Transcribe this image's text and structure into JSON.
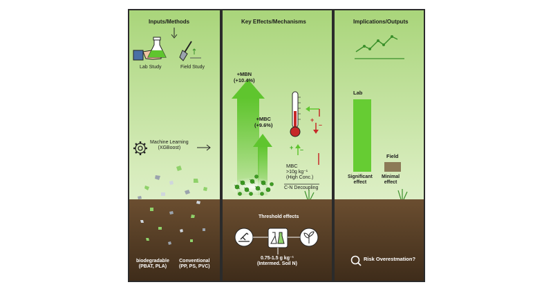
{
  "panels": {
    "inputs": {
      "title": "Inputs/Methods",
      "lab_label": "Lab Study",
      "field_label": "Field Study",
      "ml_line1": "Machine Learning",
      "ml_line2": "(XGBoost)",
      "bio_line1": "biodegradable",
      "bio_line2": "(PBAT, PLA)",
      "conv_line1": "Conventional",
      "conv_line2": "(PP, PS, PVC)"
    },
    "effects": {
      "title": "Key Effects/Mechanisms",
      "mbn_line1": "+MBN",
      "mbn_line2": "(+10.4%)",
      "mbc_line1": "+MBC",
      "mbc_line2": "(+9.6%)",
      "plus_red": "+",
      "minus_red": "–",
      "plus_green": "+",
      "minus_green": "–",
      "mbc_note_title": "MBC",
      "mbc_note_line1": ">10g kg⁻¹",
      "mbc_note_line2": "(High Conc.)",
      "decoupling": "C-N Decoupling",
      "threshold": "Threshold effects",
      "range_line1": "0.75-1.5 g kg⁻¹",
      "range_line2": "(Intermed. Soil N)"
    },
    "outputs": {
      "title": "Implications/Outputs",
      "lab_bar_label": "Lab",
      "field_bar_label": "Field",
      "lab_effect_line1": "Significant",
      "lab_effect_line2": "effect",
      "field_effect_line1": "Minimal",
      "field_effect_line2": "effect",
      "risk": "Risk Overestmation?"
    }
  },
  "colors": {
    "sky_green": "#b7dc8a",
    "arrow_green": "#66cc33",
    "soil_brown": "#5a4128",
    "field_bar": "#8c7a57",
    "thermo_red": "#c62828",
    "panel_border": "#2b2b2b"
  },
  "icons": [
    "hand-flask-icon",
    "shovel-icon",
    "gear-icon",
    "trend-line-icon",
    "magnifier-icon",
    "microscope-icon",
    "flask-icon",
    "sprout-icon",
    "thermometer-icon"
  ]
}
